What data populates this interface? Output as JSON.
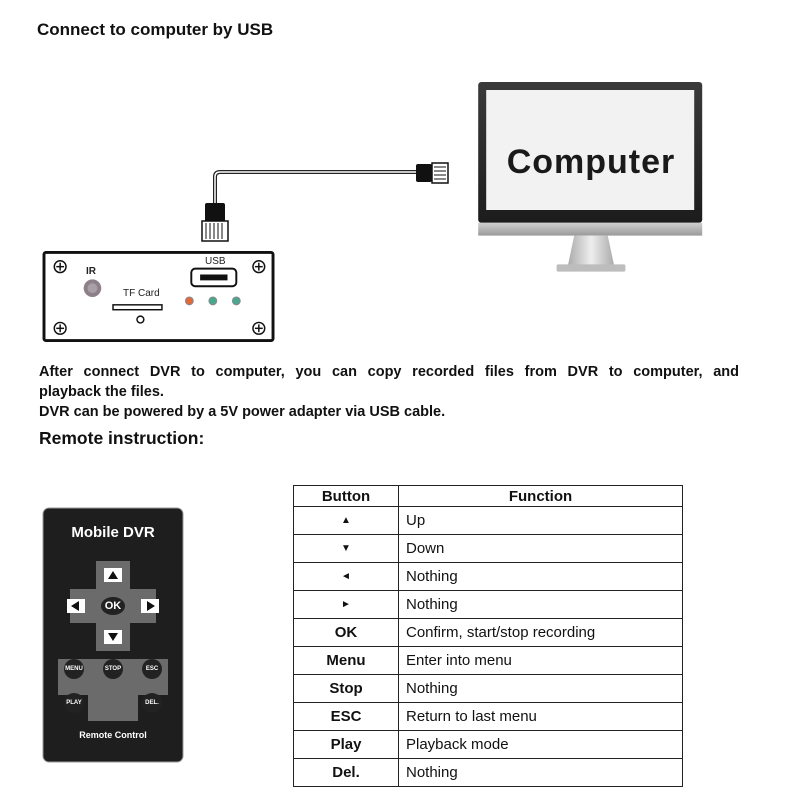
{
  "heading_usb": "Connect to computer by USB",
  "monitor_label": "Computer",
  "dvr": {
    "ir_label": "IR",
    "usb_label": "USB",
    "tf_label": "TF Card"
  },
  "paragraph": {
    "line1": "After connect DVR to computer, you can copy recorded files from DVR to computer, and",
    "line2": "playback the files.",
    "line3": "DVR can be powered by a 5V power adapter via USB cable."
  },
  "heading_remote": "Remote instruction:",
  "remote": {
    "title": "Mobile DVR",
    "ok": "OK",
    "menu": "MENU",
    "stop": "STOP",
    "esc": "ESC",
    "play": "PLAY",
    "del": "DEL.",
    "footer": "Remote Control"
  },
  "table": {
    "headers": [
      "Button",
      "Function"
    ],
    "rows": [
      {
        "button": "▲",
        "function": "Up"
      },
      {
        "button": "▼",
        "function": "Down"
      },
      {
        "button": "◄",
        "function": "Nothing"
      },
      {
        "button": "►",
        "function": "Nothing"
      },
      {
        "button": "OK",
        "function": "Confirm, start/stop recording"
      },
      {
        "button": "Menu",
        "function": "Enter into menu"
      },
      {
        "button": "Stop",
        "function": "Nothing"
      },
      {
        "button": "ESC",
        "function": "Return to last menu"
      },
      {
        "button": "Play",
        "function": "Playback mode"
      },
      {
        "button": "Del.",
        "function": "Nothing"
      }
    ]
  }
}
